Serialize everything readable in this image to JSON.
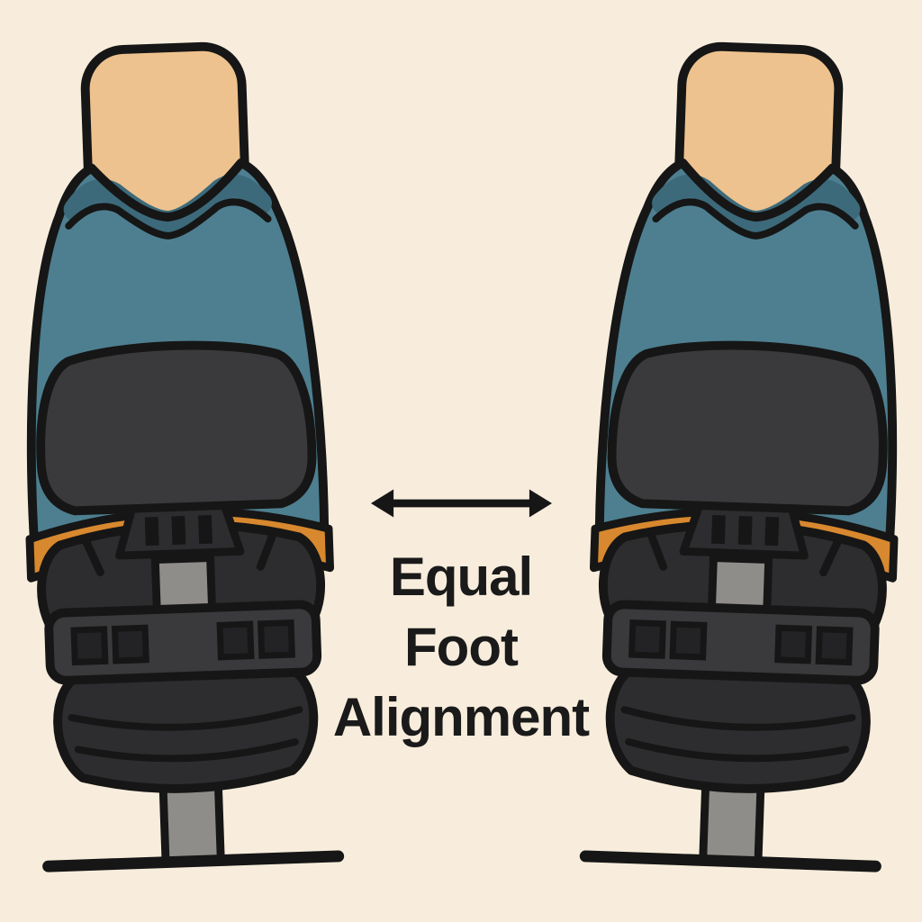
{
  "background": {
    "color": "#f8eddc"
  },
  "caption": {
    "text": "Equal Foot Alignment",
    "lines": [
      "Equal",
      "Foot",
      "Alignment"
    ],
    "color": "#1a1a1a"
  },
  "arrow": {
    "icon": "double-headed-horizontal-arrow",
    "color": "#161616"
  },
  "illustrations": {
    "left_shoe": "rear-view-shoe-on-stand",
    "right_shoe": "rear-view-shoe-on-stand-mirrored"
  },
  "colors": {
    "bg": "#f8eddc",
    "outline": "#161616",
    "teal": "#4d7f90",
    "teal-dark": "#3c6a7b",
    "tan": "#eec28e",
    "orange": "#d8882e",
    "charcoal": "#3a3a3c",
    "sole": "#2d2d2f",
    "buckle": "#232325",
    "post-gray": "#8e8d8a",
    "text": "#1a1a1a"
  }
}
